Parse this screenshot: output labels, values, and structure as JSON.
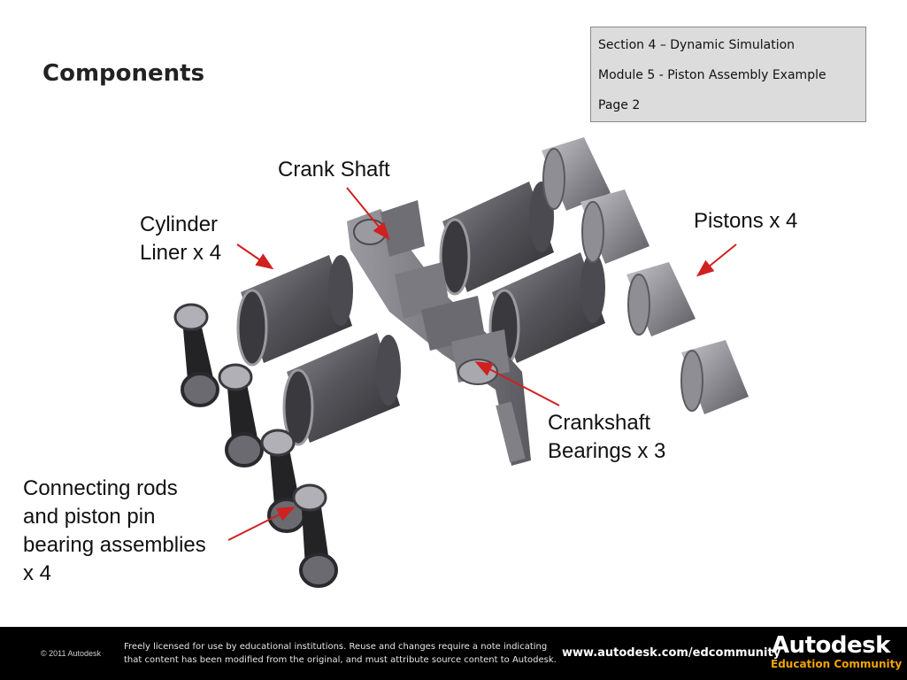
{
  "slide": {
    "title": "Components",
    "info": {
      "section": "Section 4 – Dynamic Simulation",
      "module": "Module 5  - Piston Assembly Example",
      "page": "Page 2"
    }
  },
  "callouts": {
    "crank_shaft": "Crank Shaft",
    "cylinder_liner_1": "Cylinder",
    "cylinder_liner_2": "Liner x 4",
    "pistons": "Pistons x 4",
    "bearings_1": "Crankshaft",
    "bearings_2": "Bearings x 3",
    "rods_1": "Connecting rods",
    "rods_2": "and piston pin",
    "rods_3": "bearing assemblies",
    "rods_4": "x 4"
  },
  "footer": {
    "copyright": "© 2011 Autodesk",
    "license_1": "Freely licensed for use by educational institutions. Reuse and changes require a note indicating",
    "license_2": "that content has been modified from the original, and must attribute source content to Autodesk.",
    "url": "www.autodesk.com/edcommunity",
    "logo": "Autodesk",
    "logo_sub": "Education Community"
  },
  "colors": {
    "arrow": "#d02020",
    "metal_dark": "#3c3c40",
    "metal_mid": "#6e6e74",
    "metal_light": "#b8b8be",
    "logo_accent": "#f0a400"
  },
  "icons": [
    "arrow-icon",
    "cylinder-liner-icon",
    "piston-icon",
    "crankshaft-icon",
    "connecting-rod-icon"
  ]
}
